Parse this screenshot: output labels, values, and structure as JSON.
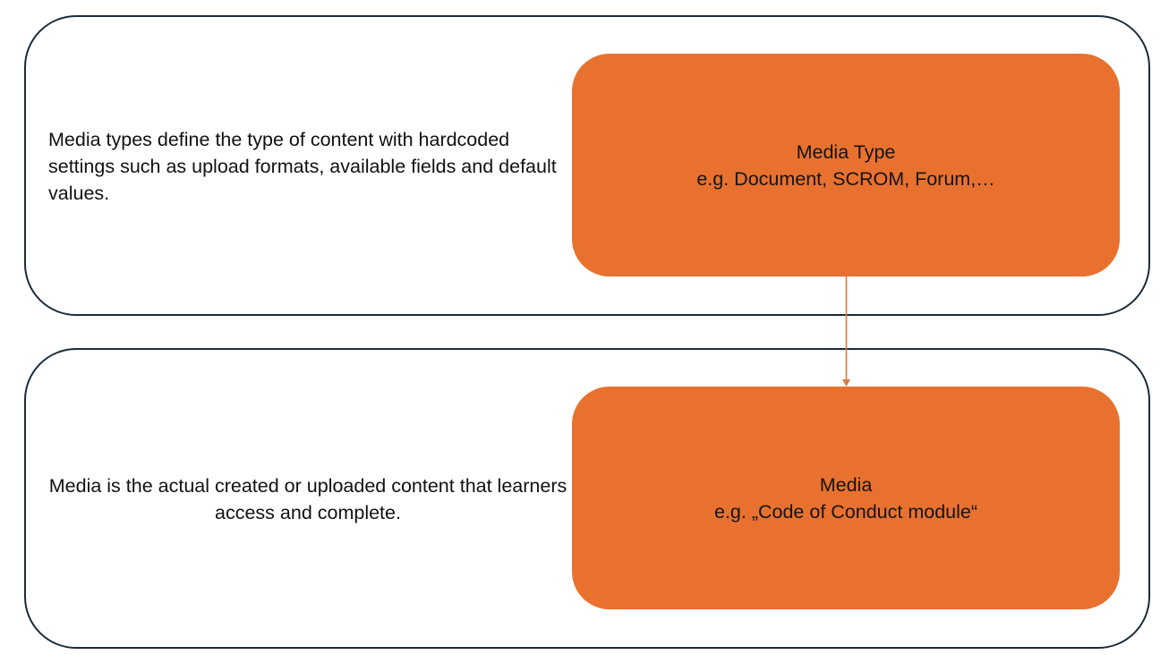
{
  "top": {
    "description": "Media types define the type of content with hardcoded settings such as upload formats, available fields and default values.",
    "box": {
      "title": "Media Type",
      "subtitle": "e.g. Document, SCROM, Forum,…"
    }
  },
  "bottom": {
    "description": "Media is the actual created or uploaded content that learners access and complete.",
    "box": {
      "title": "Media",
      "subtitle": "e.g. „Code of Conduct module“"
    }
  },
  "colors": {
    "box_fill": "#e9712f",
    "panel_border": "#1c2b39",
    "connector": "#e07a3c"
  }
}
